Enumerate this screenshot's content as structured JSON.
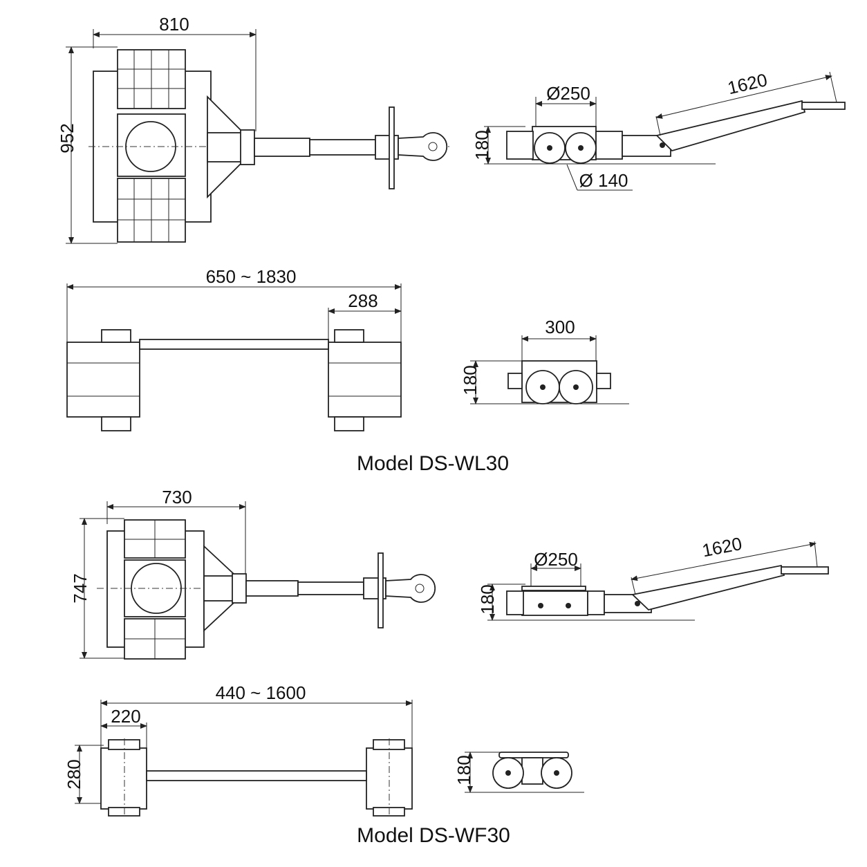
{
  "wl30": {
    "caption": "Model DS-WL30",
    "top_view": {
      "width_dim": "810",
      "height_dim": "952"
    },
    "side_view": {
      "wheel_dia": "Ø250",
      "height_dim": "180",
      "roller_dia": "Ø 140",
      "handle_length": "1620"
    },
    "plan_view": {
      "span_dim": "650 ~ 1830",
      "module_dim": "288"
    },
    "end_view": {
      "width_dim": "300",
      "height_dim": "180"
    }
  },
  "wf30": {
    "caption": "Model DS-WF30",
    "top_view": {
      "width_dim": "730",
      "height_dim": "747"
    },
    "side_view": {
      "wheel_dia": "Ø250",
      "height_dim": "180",
      "handle_length": "1620"
    },
    "plan_view": {
      "span_dim": "440 ~ 1600",
      "module_dim": "220",
      "height_dim": "280"
    },
    "end_view": {
      "height_dim": "180"
    }
  }
}
